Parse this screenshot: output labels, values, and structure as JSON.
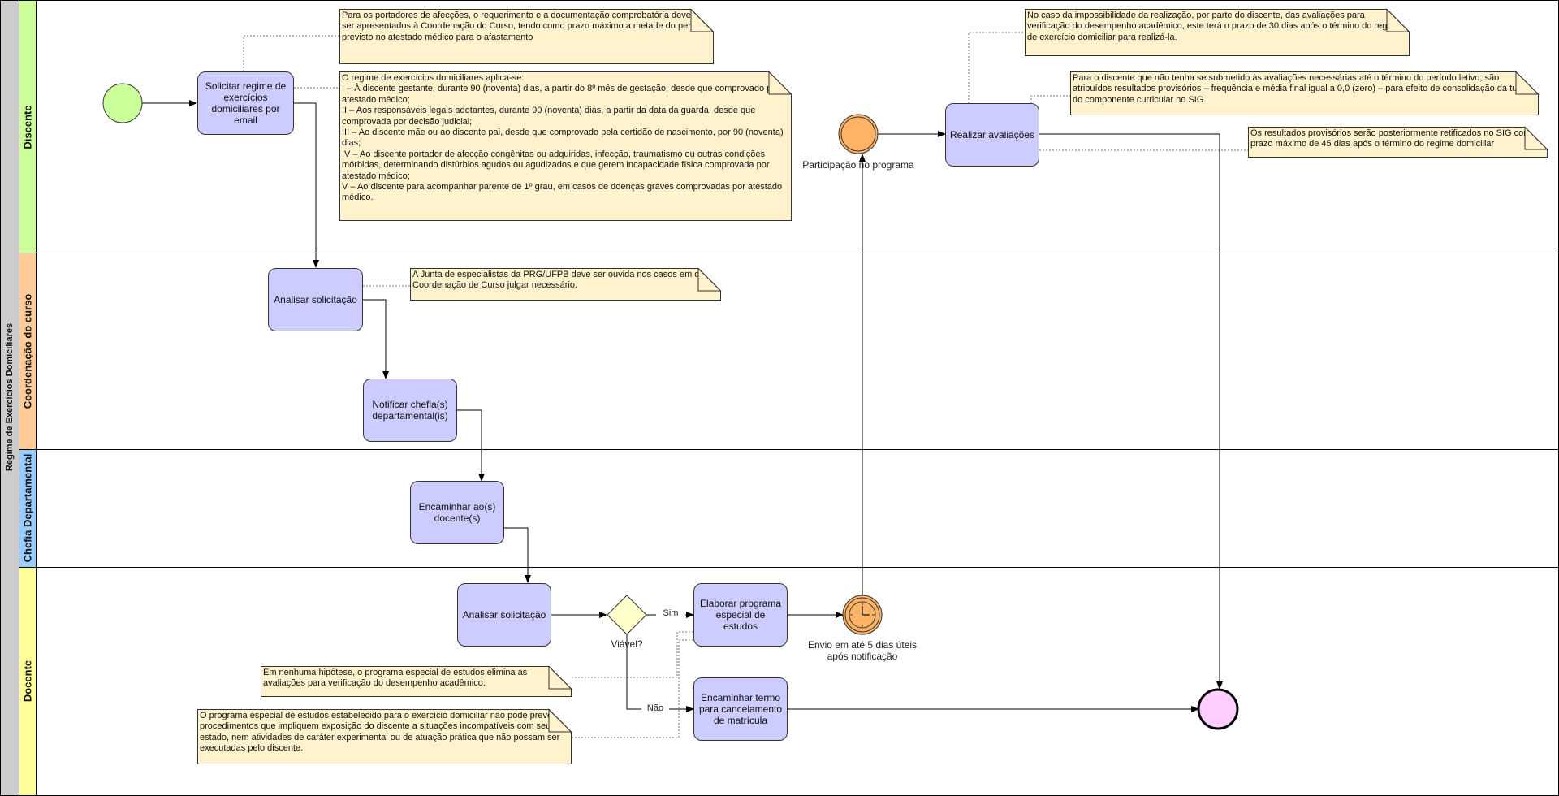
{
  "pool": {
    "title": "Regime de Exercícios Domiciliares",
    "lanes": [
      {
        "name": "Discente",
        "color": "#ccff99"
      },
      {
        "name": "Coordenação do curso",
        "color": "#ffcc99"
      },
      {
        "name": "Chefia Departamental",
        "color": "#99ccff"
      },
      {
        "name": "Docente",
        "color": "#ffff99"
      }
    ]
  },
  "tasks": {
    "solicitar": "Solicitar regime de exercícios domiciliares por email",
    "analisar_coord": "Analisar solicitação",
    "notificar": "Notificar chefia(s) departamental(is)",
    "encaminhar_docente": "Encaminhar ao(s) docente(s)",
    "analisar_docente": "Analisar solicitação",
    "elaborar": "Elaborar programa especial de estudos",
    "encaminhar_termo": "Encaminhar termo para cancelamento de matrícula",
    "realizar": "Realizar avaliações"
  },
  "gateway": {
    "label": "Viável?",
    "yes": "Sim",
    "no": "Não"
  },
  "events": {
    "participacao": "Participação no programa",
    "timer": "Envio em até 5 dias úteis após notificação"
  },
  "notes": {
    "afeccoes": "Para os portadores de afecções, o requerimento e a documentação comprobatória devem ser apresentados à Coordenação do Curso, tendo como prazo máximo a metade do período previsto no atestado médico para o afastamento",
    "aplica": "O regime de exercícios domiciliares aplica-se:\nI – À discente gestante, durante 90 (noventa) dias, a partir do 8º mês de gestação, desde que comprovado por atestado médico;\nII – Aos responsáveis legais adotantes, durante 90 (noventa) dias, a partir da data da guarda, desde que comprovada por decisão judicial;\nIII – Ao discente mãe ou ao discente pai, desde que comprovado pela certidão de nascimento, por 90 (noventa) dias;\nIV – Ao discente portador de afecção congênitas ou adquiridas, infecção, traumatismo ou outras condições mórbidas, determinando distúrbios agudos ou agudizados e que gerem incapacidade física comprovada por atestado médico;\nV – Ao discente para acompanhar parente de 1º grau, em casos de doenças graves comprovadas por atestado médico.",
    "junta": "A Junta de especialistas da PRG/UFPB deve ser ouvida nos casos em que a Coordenação de Curso julgar necessário.",
    "impossibilidade": "No caso da impossibilidade da realização, por parte do discente, das avaliações para verificação do desempenho acadêmico, este terá o prazo de 30 dias após o término do regime de exercício domiciliar para realizá-la.",
    "provisorios": "Para o discente que não tenha se submetido às avaliações necessárias até o término do período letivo, são atribuídos resultados provisórios – frequência e média final igual a 0,0 (zero) – para efeito de consolidação da turma do componente curricular no SIG.",
    "retificados": "Os resultados provisórios serão posteriormente retificados no SIG com o prazo máximo de 45 dias após o término do regime domiciliar",
    "nenhuma": "Em nenhuma hipótese, o programa especial de estudos elimina as avaliações para verificação do desempenho acadêmico.",
    "programa": "O programa especial de estudos estabelecido para o exercício domiciliar não pode prever procedimentos que impliquem exposição do discente a situações incompatíveis com seu estado, nem atividades de caráter experimental ou de atuação prática que não possam ser executadas pelo discente."
  },
  "colors": {
    "task_fill": "#ccccff",
    "note_fill": "#fff2cc",
    "start_fill": "#ccff99",
    "intermediate_fill": "#ffb366",
    "end_fill": "#ffccff",
    "end_stroke": "#990099",
    "gateway_fill": "#ffffcc",
    "pool_header": "#cccccc"
  }
}
